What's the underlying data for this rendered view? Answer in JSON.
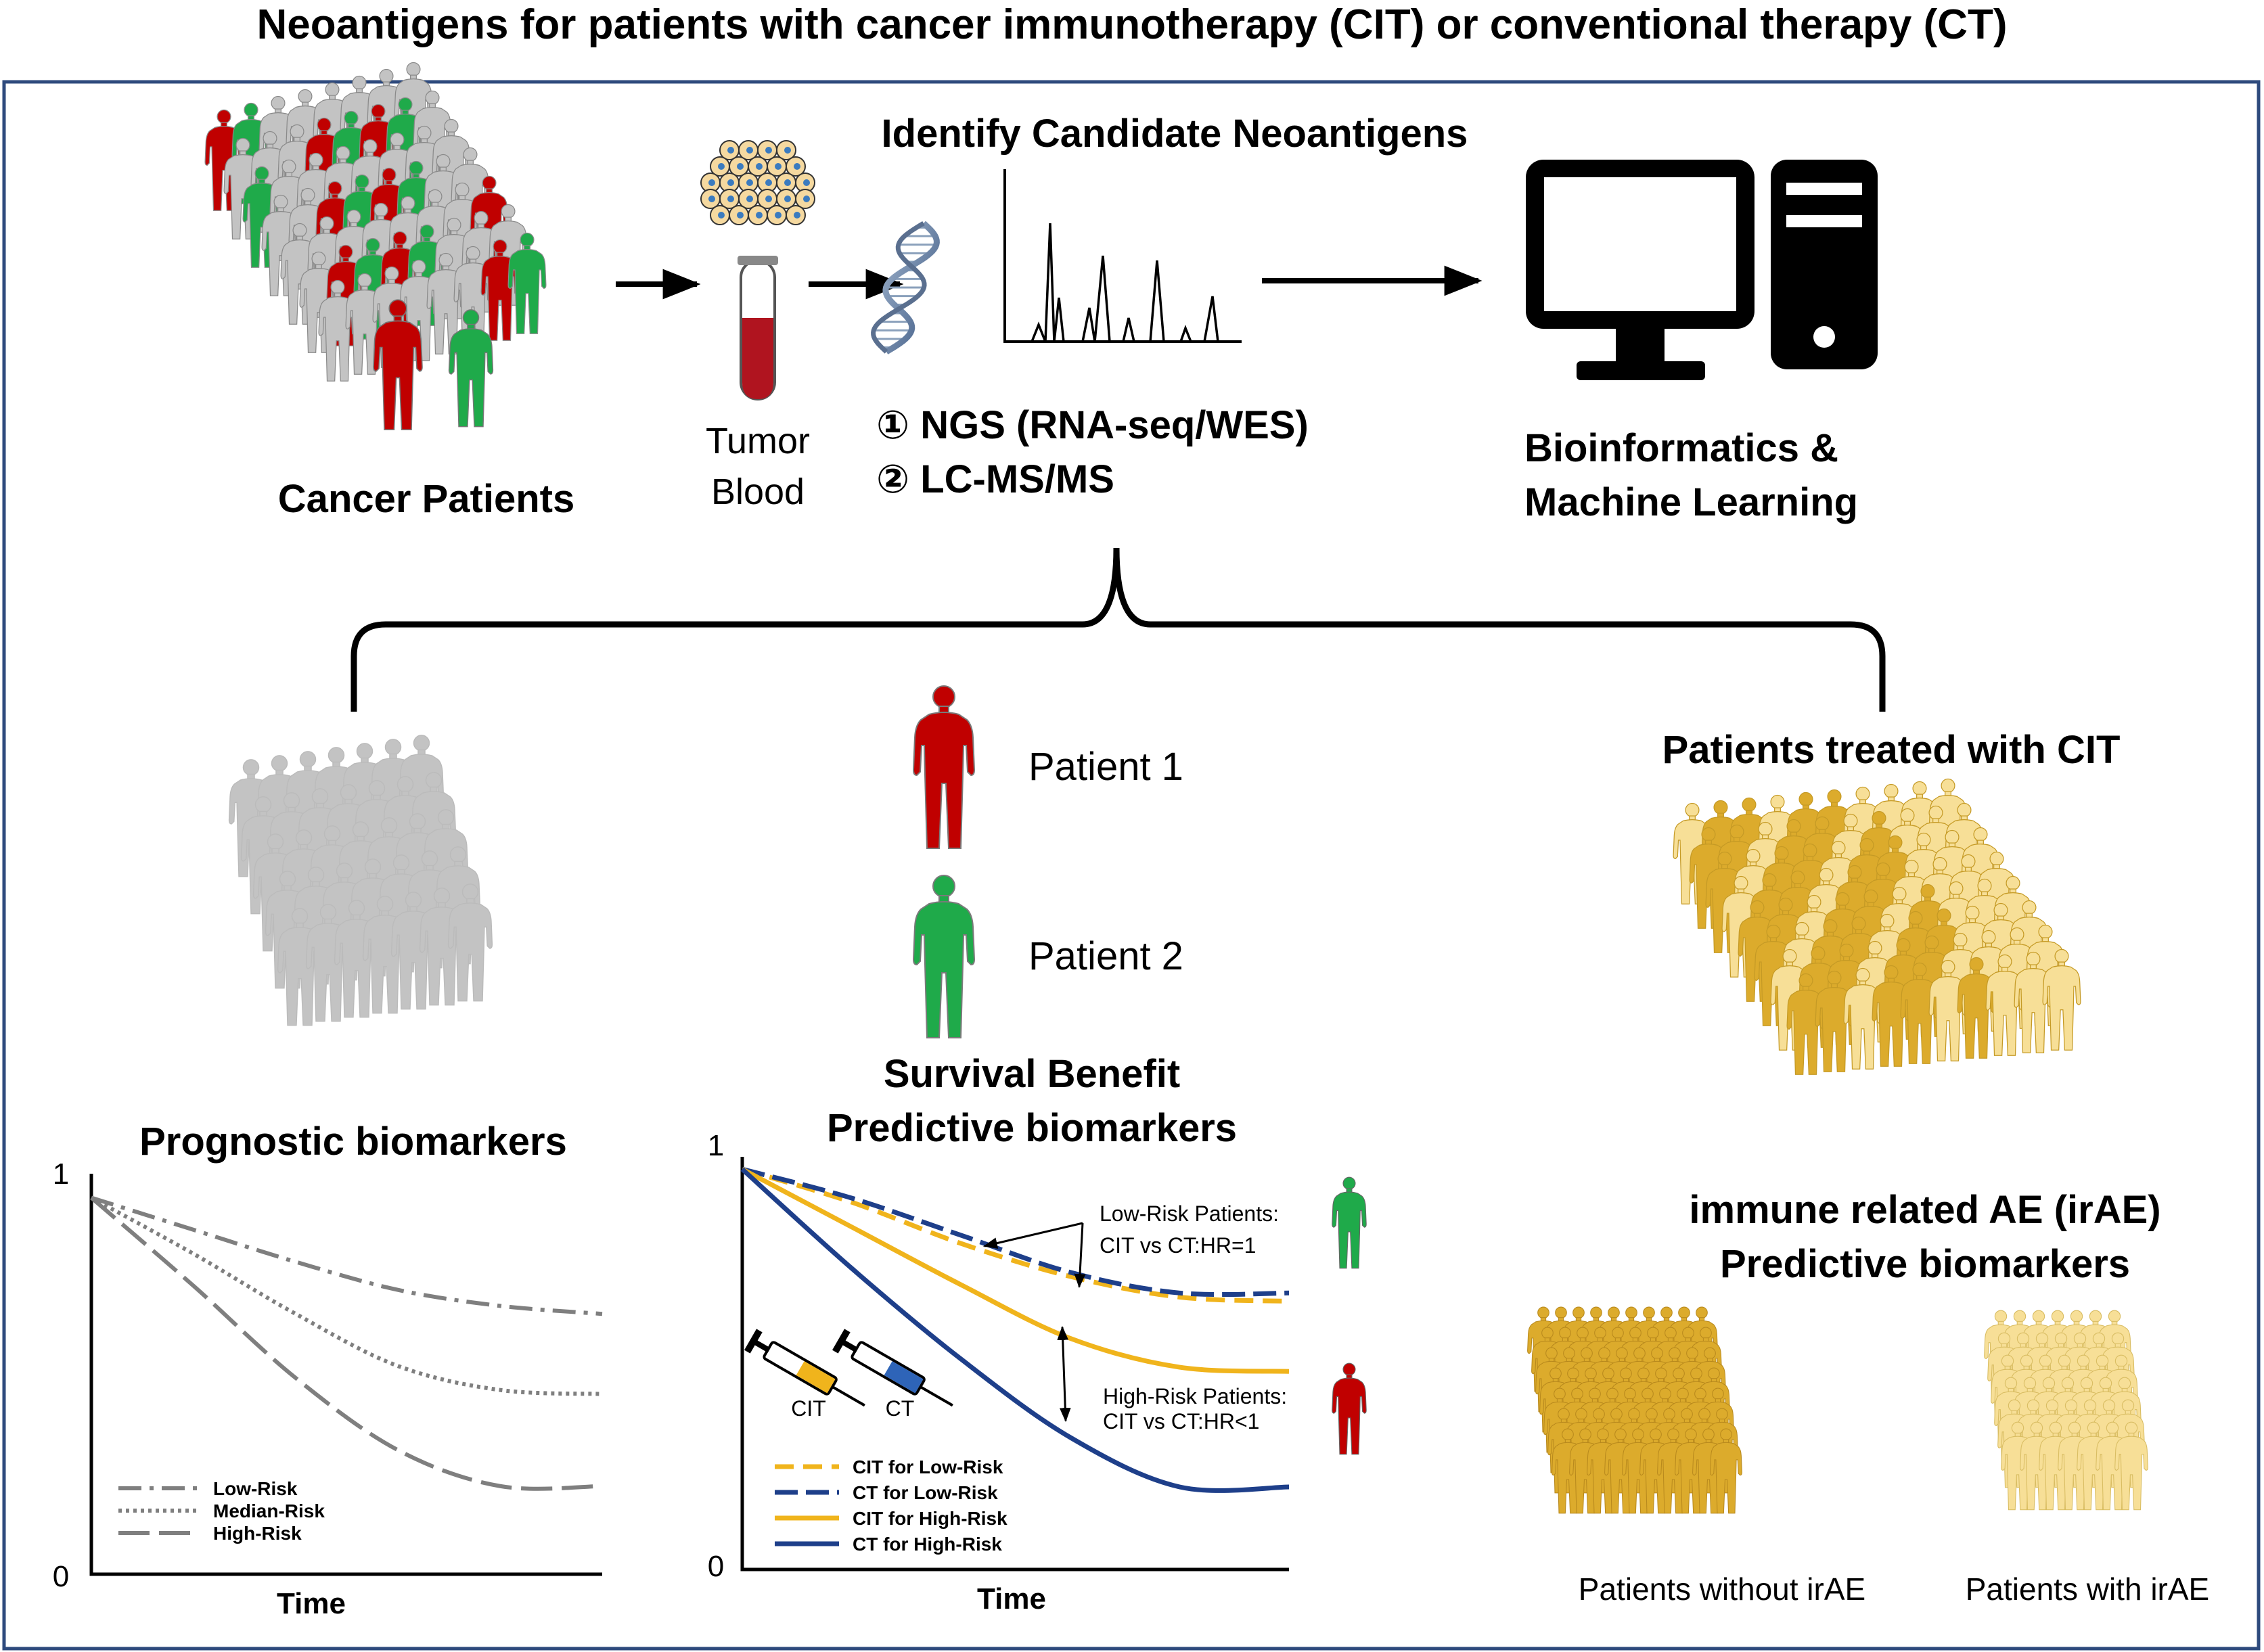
{
  "title": "Neoantigens for patients with cancer immunotherapy (CIT) or conventional therapy (CT)",
  "workflow": {
    "cancer_patients": "Cancer Patients",
    "sample_line1": "Tumor",
    "sample_line2": "Blood",
    "identify": "Identify Candidate Neoantigens",
    "method1": "① NGS (RNA-seq/WES)",
    "method2": "② LC-MS/MS",
    "bio_line1": "Bioinformatics &",
    "bio_line2": "Machine Learning"
  },
  "patients": {
    "p1": "Patient 1",
    "p2": "Patient 2"
  },
  "prognostic": {
    "title": "Prognostic biomarkers",
    "y_top": "1",
    "y_bottom": "0",
    "xlabel": "Time",
    "legend": [
      "Low-Risk",
      "Median-Risk",
      "High-Risk"
    ]
  },
  "survival": {
    "title1": "Survival Benefit",
    "title2": "Predictive biomarkers",
    "y_top": "1",
    "y_bottom": "0",
    "xlabel": "Time",
    "low_note1": "Low-Risk Patients:",
    "low_note2": "CIT vs CT:HR=1",
    "high_note1": "High-Risk Patients:",
    "high_note2": "CIT vs CT:HR<1",
    "cit_label": "CIT",
    "ct_label": "CT",
    "legend": [
      "CIT for Low-Risk",
      "CT for Low-Risk",
      "CIT for High-Risk",
      "CT for High-Risk"
    ]
  },
  "irae": {
    "treated": "Patients treated with CIT",
    "title1": "immune related AE (irAE)",
    "title2": "Predictive biomarkers",
    "without": "Patients without irAE",
    "with": "Patients with irAE"
  },
  "colors": {
    "frame": "#2e4a7d",
    "red": "#c00000",
    "green": "#1faa4a",
    "gray": "#c3c3c3",
    "gold": "#dcab2c",
    "light_gold": "#f7df97",
    "navy": "#1e3f8a",
    "yellow": "#f0b41c"
  },
  "chart_data": [
    {
      "type": "line",
      "title": "Prognostic biomarkers",
      "xlabel": "Time",
      "ylabel": "",
      "ylim": [
        0,
        1
      ],
      "x": [
        0,
        0.2,
        0.4,
        0.6,
        0.8,
        1.0
      ],
      "series": [
        {
          "name": "Low-Risk",
          "values": [
            0.94,
            0.86,
            0.78,
            0.71,
            0.67,
            0.65
          ]
        },
        {
          "name": "Median-Risk",
          "values": [
            0.94,
            0.8,
            0.65,
            0.52,
            0.46,
            0.45
          ]
        },
        {
          "name": "High-Risk",
          "values": [
            0.94,
            0.72,
            0.49,
            0.31,
            0.22,
            0.22
          ]
        }
      ]
    },
    {
      "type": "line",
      "title": "Survival Benefit Predictive biomarkers",
      "xlabel": "Time",
      "ylabel": "",
      "ylim": [
        0,
        1
      ],
      "x": [
        0,
        0.2,
        0.4,
        0.6,
        0.8,
        1.0
      ],
      "series": [
        {
          "name": "CIT for Low-Risk",
          "values": [
            0.97,
            0.89,
            0.79,
            0.71,
            0.66,
            0.65
          ]
        },
        {
          "name": "CT for Low-Risk",
          "values": [
            0.97,
            0.9,
            0.81,
            0.72,
            0.67,
            0.67
          ]
        },
        {
          "name": "CIT for High-Risk",
          "values": [
            0.97,
            0.83,
            0.69,
            0.56,
            0.49,
            0.48
          ]
        },
        {
          "name": "CT for High-Risk",
          "values": [
            0.97,
            0.73,
            0.51,
            0.32,
            0.2,
            0.2
          ]
        }
      ]
    }
  ]
}
